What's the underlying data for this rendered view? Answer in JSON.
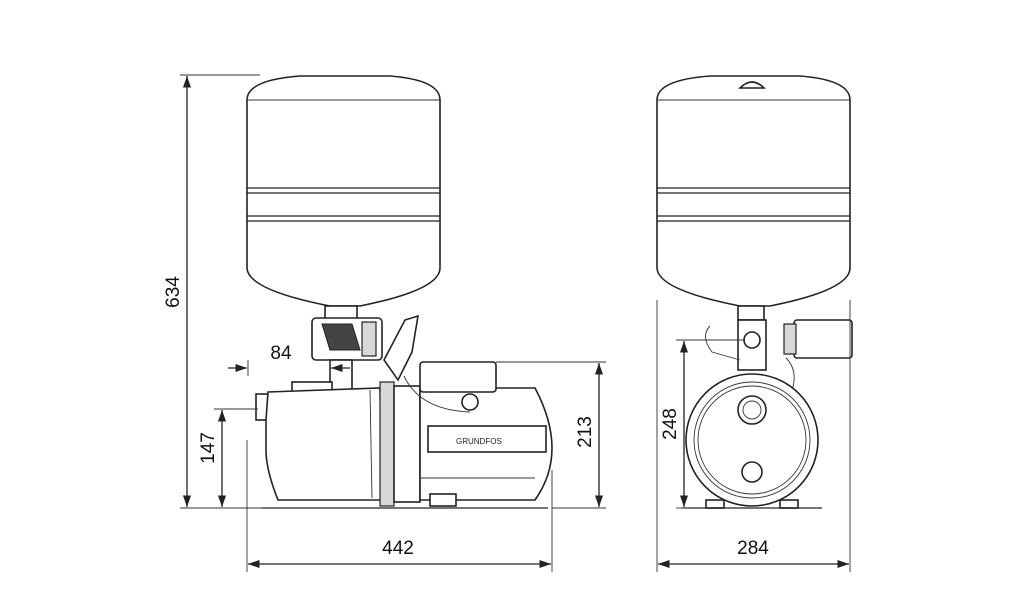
{
  "dimensions": {
    "total_height": "634",
    "outlet_offset": "84",
    "inlet_height": "147",
    "pump_height": "213",
    "length": "442",
    "side_width": "284",
    "side_height": "248"
  },
  "brand_mark": "GRUNDFOS"
}
